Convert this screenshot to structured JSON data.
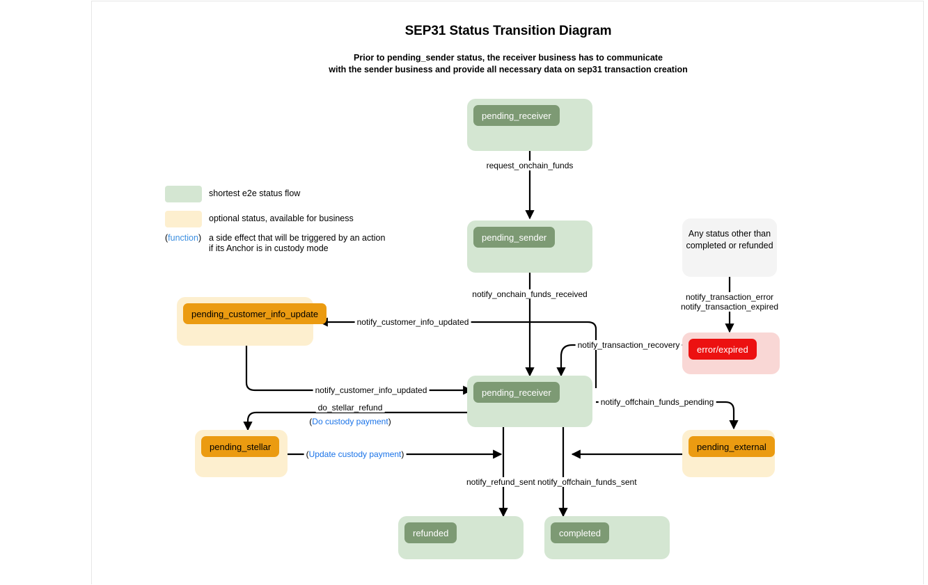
{
  "page": {
    "title": "SEP31 Status Transition Diagram",
    "subtitle_line1": "Prior to pending_sender status, the receiver business has to communicate",
    "subtitle_line2": "with the sender business and provide all necessary data on sep31 transaction creation"
  },
  "legend": {
    "items": [
      {
        "kind": "swatch-green",
        "label": "shortest e2e status flow"
      },
      {
        "kind": "swatch-cream",
        "label": "optional status, available for business"
      },
      {
        "kind": "function",
        "key_open": "(",
        "key_word": "function",
        "key_close": ")",
        "label_line1": "a side effect that will be triggered by an action",
        "label_line2": "if its Anchor is in custody mode"
      }
    ]
  },
  "colors": {
    "green_container": "#d4e6d2",
    "green_badge": "#7d9a74",
    "cream_container": "#fdefcf",
    "orange_badge": "#eb9b11",
    "pink_container": "#f9d7d5",
    "red_badge": "#ec1111",
    "gray_container": "#f4f4f4",
    "function_blue": "#1a73e8",
    "edge_stroke": "#000000"
  },
  "nodes": [
    {
      "id": "pending_receiver_top",
      "label": "pending_receiver",
      "style": "green"
    },
    {
      "id": "pending_sender",
      "label": "pending_sender",
      "style": "green"
    },
    {
      "id": "any_status",
      "label": "Any status other than\ncompleted or refunded",
      "style": "gray",
      "line1": "Any status other than",
      "line2": "completed or refunded"
    },
    {
      "id": "error_expired",
      "label": "error/expired",
      "style": "red"
    },
    {
      "id": "pending_customer_info_update",
      "label": "pending_customer_info_update",
      "style": "orange"
    },
    {
      "id": "pending_receiver_mid",
      "label": "pending_receiver",
      "style": "green"
    },
    {
      "id": "pending_stellar",
      "label": "pending_stellar",
      "style": "orange"
    },
    {
      "id": "pending_external",
      "label": "pending_external",
      "style": "orange"
    },
    {
      "id": "refunded",
      "label": "refunded",
      "style": "green"
    },
    {
      "id": "completed",
      "label": "completed",
      "style": "green"
    }
  ],
  "edges": [
    {
      "id": "e1",
      "label": "request_onchain_funds",
      "from": "pending_receiver_top",
      "to": "pending_sender"
    },
    {
      "id": "e2",
      "label": "notify_onchain_funds_received",
      "from": "pending_sender",
      "to": "pending_receiver_mid"
    },
    {
      "id": "e3",
      "label_line1": "notify_transaction_error",
      "label_line2": "notify_transaction_expired",
      "from": "any_status",
      "to": "error_expired"
    },
    {
      "id": "e4",
      "label": "notify_transaction_recovery",
      "from": "error_expired",
      "to": "pending_receiver_mid"
    },
    {
      "id": "e5",
      "label": "notify_customer_info_updated",
      "from": "pending_receiver_mid",
      "to": "pending_customer_info_update"
    },
    {
      "id": "e6",
      "label": "notify_customer_info_updated",
      "from": "pending_customer_info_update",
      "to": "pending_receiver_mid"
    },
    {
      "id": "e7",
      "label": "do_stellar_refund",
      "label_fn_open": "(",
      "label_fn": "Do custody payment",
      "label_fn_close": ")",
      "from": "pending_receiver_mid",
      "to": "pending_stellar"
    },
    {
      "id": "e8",
      "label_fn_open": "(",
      "label_fn": "Update custody payment",
      "label_fn_close": ")",
      "from": "pending_stellar",
      "to": "refunded"
    },
    {
      "id": "e9",
      "label": "notify_offchain_funds_pending",
      "from": "pending_receiver_mid",
      "to": "pending_external"
    },
    {
      "id": "e10",
      "label": "notify_refund_sent",
      "from": "pending_receiver_mid",
      "to": "refunded"
    },
    {
      "id": "e11",
      "label": "notify_offchain_funds_sent",
      "from": "pending_receiver_mid",
      "to": "completed"
    }
  ]
}
